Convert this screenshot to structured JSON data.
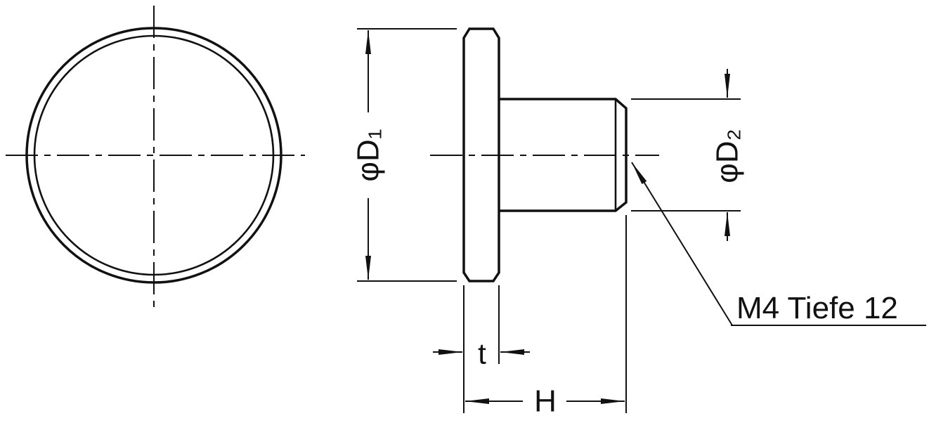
{
  "drawing": {
    "dim_d1": "φD₁",
    "dim_d2": "φD₂",
    "dim_t": "t",
    "dim_h": "H",
    "thread_note": "M4  Tiefe 12"
  },
  "colors": {
    "line": "#111111",
    "background": "#ffffff"
  }
}
